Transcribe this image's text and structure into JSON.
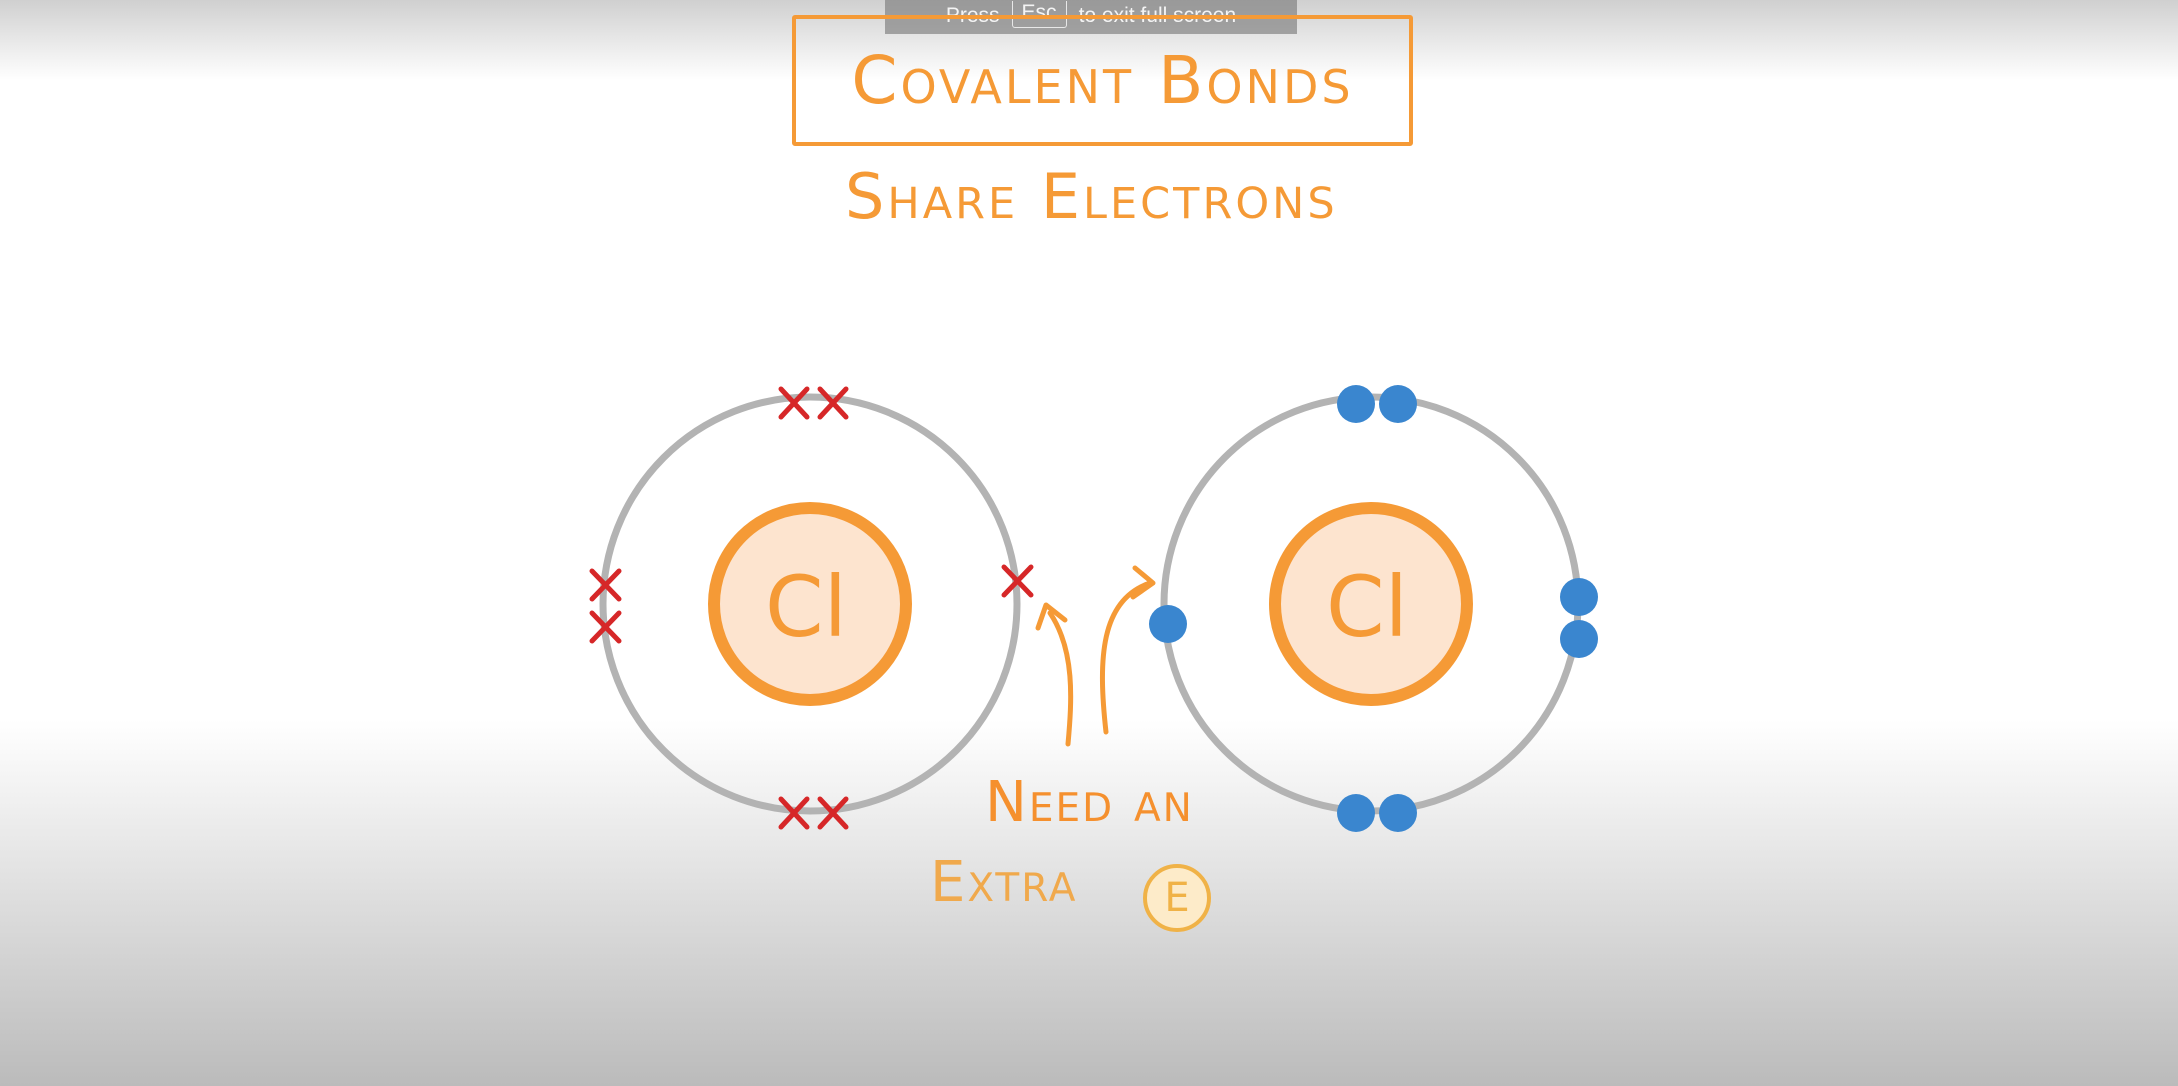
{
  "fullscreen_notice": {
    "press": "Press",
    "key": "Esc",
    "rest": "to exit full screen"
  },
  "title": "Covalent Bonds",
  "subtitle": "Share Electrons",
  "atoms": [
    {
      "symbol": "Cl",
      "electron_style": "cross",
      "electron_color": "#d62728",
      "electron_count": 7
    },
    {
      "symbol": "Cl",
      "electron_style": "dot",
      "electron_color": "#3a86cf",
      "electron_count": 7
    }
  ],
  "note": {
    "line1": "Need an",
    "line2": "Extra",
    "badge": "E"
  },
  "colors": {
    "accent_orange": "#f59a36",
    "nucleus_fill": "#fde4cf",
    "shell_gray": "#b3b3b3",
    "cross_red": "#d62728",
    "dot_blue": "#3a86cf"
  }
}
